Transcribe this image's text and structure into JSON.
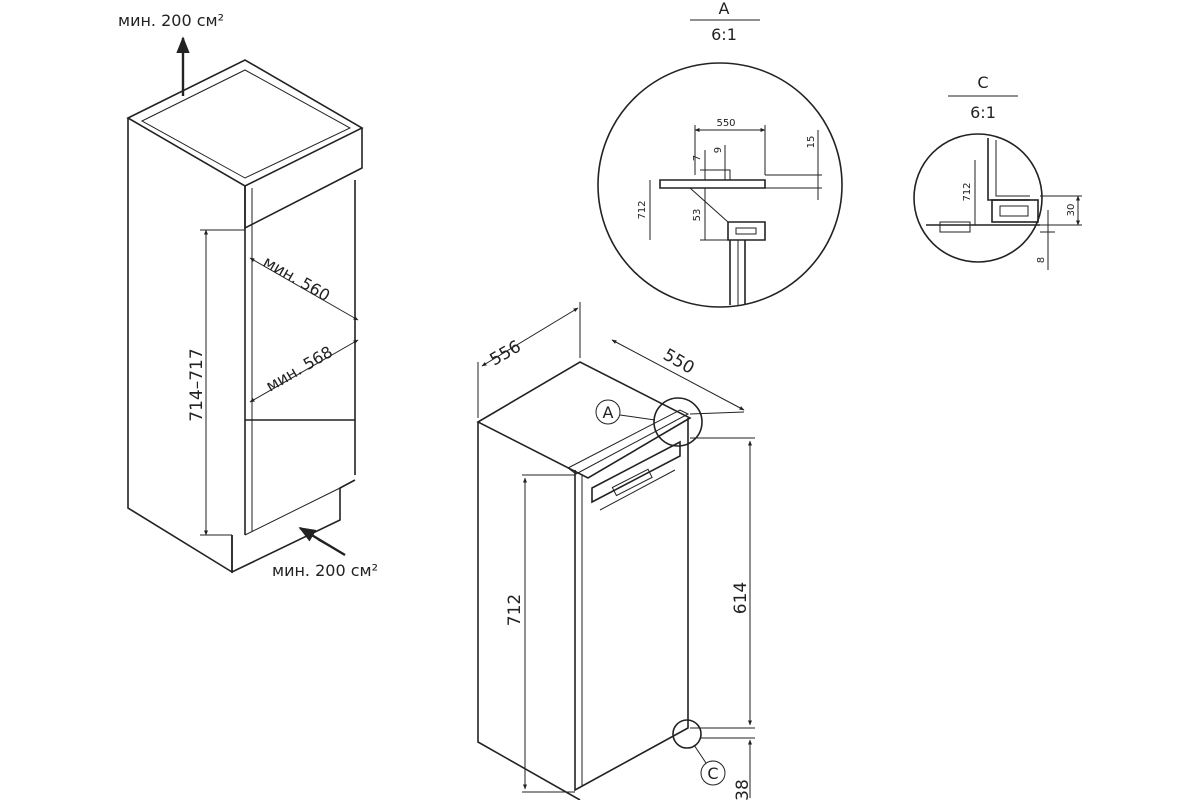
{
  "niche": {
    "vent_top": "мин. 200 см²",
    "vent_bottom": "мин. 200 см²",
    "height_range": "714–717",
    "min_width": "мин. 560",
    "min_depth": "мин. 568"
  },
  "appliance": {
    "width": "556",
    "depth": "550",
    "height": "712",
    "door_height": "614",
    "plinth": "38",
    "marker_a": "A",
    "marker_c": "C"
  },
  "detail_a": {
    "title": "A",
    "scale": "6:1",
    "dims": {
      "d550": "550",
      "d7": "7",
      "d9": "9",
      "d15": "15",
      "d712": "712",
      "d53": "53"
    }
  },
  "detail_c": {
    "title": "C",
    "scale": "6:1",
    "dims": {
      "d712": "712",
      "d30": "30",
      "d8": "8"
    }
  }
}
